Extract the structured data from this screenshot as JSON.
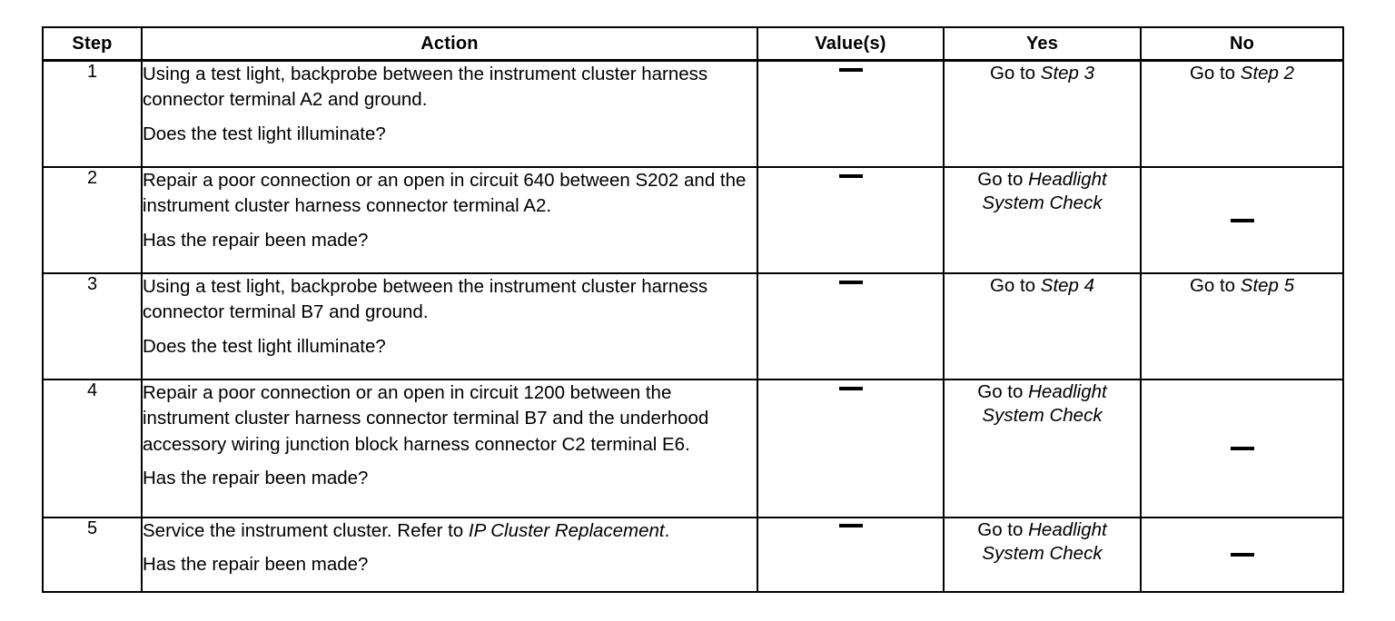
{
  "table": {
    "headers": [
      "Step",
      "Action",
      "Value(s)",
      "Yes",
      "No"
    ],
    "rows": [
      {
        "step": "1",
        "action_main": "Using a test light, backprobe between the instrument cluster harness connector terminal A2 and ground.",
        "action_question": "Does the test light illuminate?",
        "value": "—",
        "yes_prefix": "Go to ",
        "yes_italic": "Step 3",
        "yes_italic_2": "",
        "no_prefix": "Go to ",
        "no_italic": "Step 2",
        "no_italic_2": "",
        "no_dash": false
      },
      {
        "step": "2",
        "action_main": "Repair a poor connection or an open in circuit 640 between S202 and the instrument cluster harness connector terminal A2.",
        "action_question": "Has the repair been made?",
        "value": "—",
        "yes_prefix": "Go to ",
        "yes_italic": "Headlight",
        "yes_italic_2": "System Check",
        "no_prefix": "",
        "no_italic": "",
        "no_italic_2": "",
        "no_dash": true
      },
      {
        "step": "3",
        "action_main": "Using a test light, backprobe between the instrument cluster harness connector terminal B7 and ground.",
        "action_question": "Does the test light illuminate?",
        "value": "—",
        "yes_prefix": "Go to ",
        "yes_italic": "Step 4",
        "yes_italic_2": "",
        "no_prefix": "Go to ",
        "no_italic": "Step 5",
        "no_italic_2": "",
        "no_dash": false
      },
      {
        "step": "4",
        "action_main": "Repair a poor connection or an open in circuit 1200 between the instrument cluster harness connector terminal B7 and the underhood accessory wiring junction block harness connector C2 terminal E6.",
        "action_question": "Has the repair been made?",
        "value": "—",
        "yes_prefix": "Go to ",
        "yes_italic": "Headlight",
        "yes_italic_2": "System Check",
        "no_prefix": "",
        "no_italic": "",
        "no_italic_2": "",
        "no_dash": true
      },
      {
        "step": "5",
        "action_main": "Service the instrument cluster. Refer to ",
        "action_main_italic": "IP Cluster Replacement",
        "action_main_tail": ".",
        "action_question": "Has the repair been made?",
        "value": "—",
        "yes_prefix": "Go to ",
        "yes_italic": "Headlight",
        "yes_italic_2": "System Check",
        "no_prefix": "",
        "no_italic": "",
        "no_italic_2": "",
        "no_dash": true
      }
    ]
  },
  "colors": {
    "border": "#000000",
    "text": "#000000",
    "background": "#ffffff"
  }
}
